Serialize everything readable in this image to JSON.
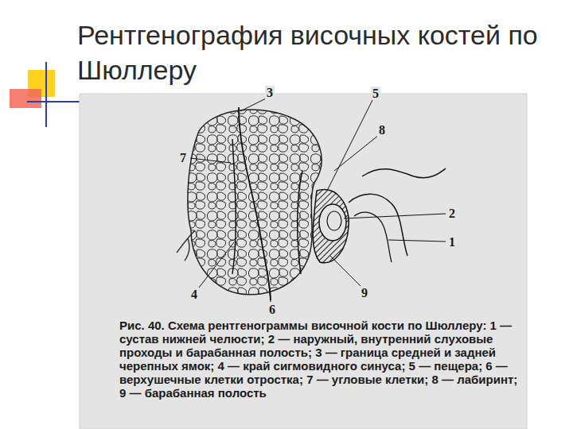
{
  "diagram": {
    "title": "Рентгенография височных костей по Шюллеру",
    "caption": "Рис. 40. Схема рентгенограммы височной кости по Шюллеру: 1 — сустав нижней челюсти; 2 — наружный, внутренний слуховые проходы и барабанная полость; 3 — граница средней и задней черепных ямок; 4 — край сигмовидного синуса; 5 — пещера; 6 — верхушечные клетки отростка; 7 — угловые клетки; 8 — лабиринт; 9 — барабанная полость",
    "labels": [
      "3",
      "5",
      "8",
      "7",
      "2",
      "1",
      "9",
      "4",
      "6"
    ]
  }
}
